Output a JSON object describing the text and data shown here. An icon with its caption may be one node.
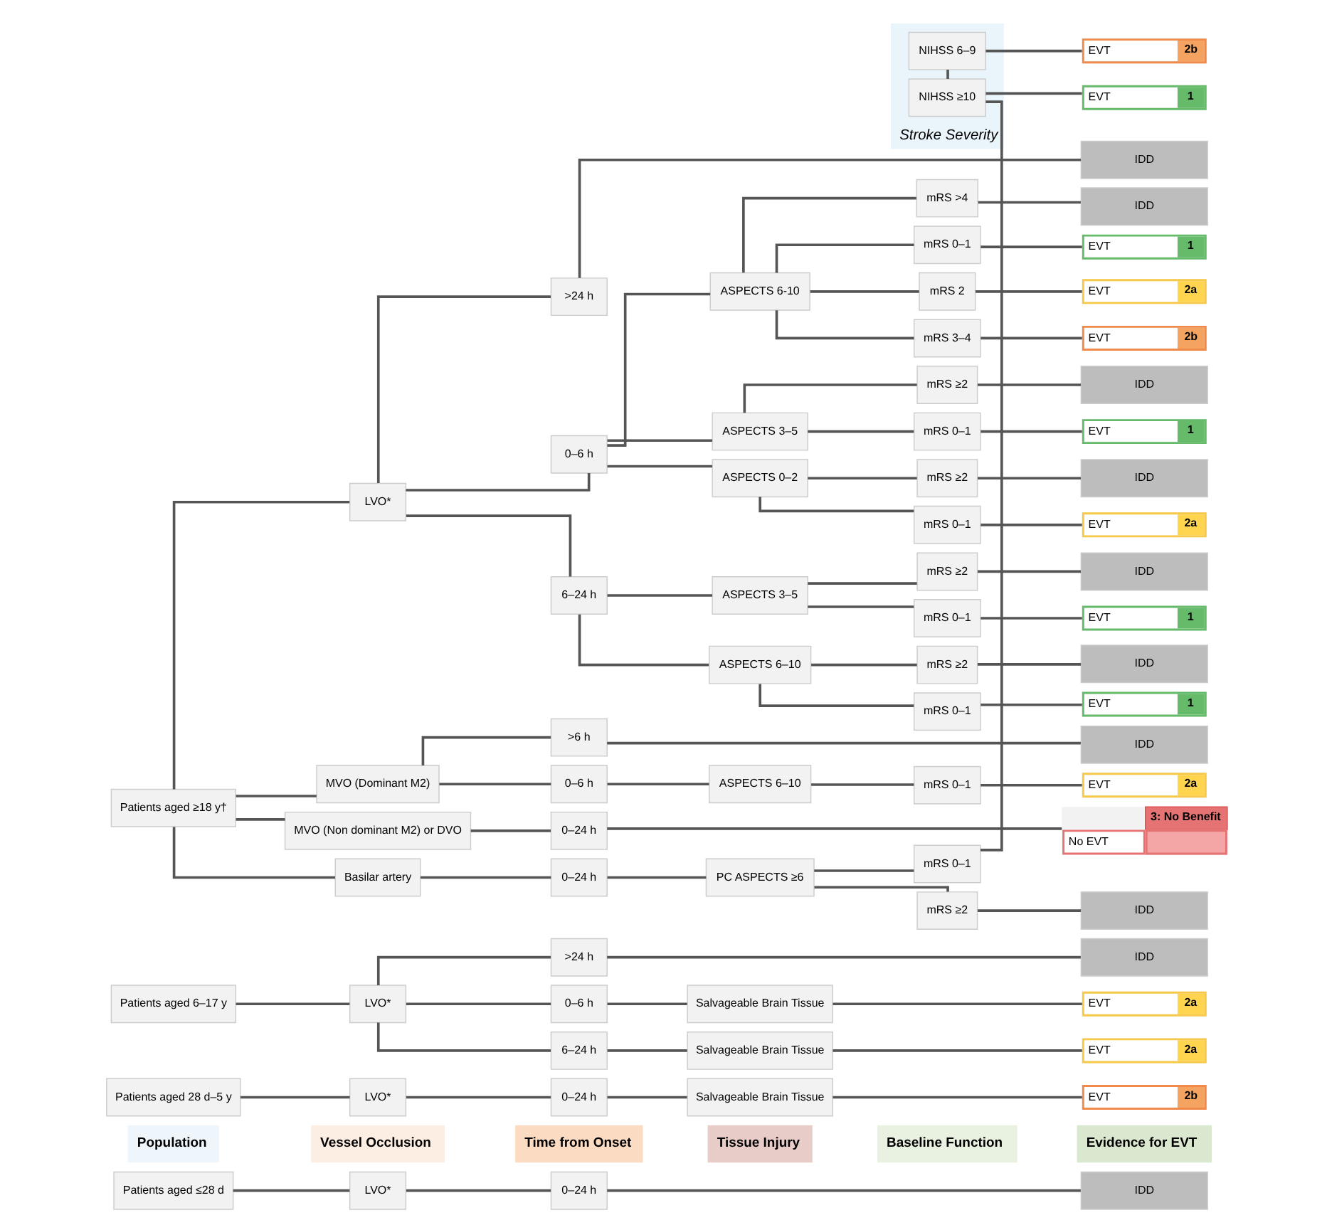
{
  "diagram": {
    "nodes": [
      {
        "text": [
          "Patients aged ≤28 d"
        ]
      },
      {
        "text": [
          "LVO*"
        ]
      },
      {
        "text": [
          "0–24 h"
        ]
      },
      {
        "text": [
          "IDD"
        ]
      },
      {
        "text": [
          "Patients aged 28 d–5 y"
        ]
      },
      {
        "text": [
          "LVO*"
        ]
      },
      {
        "text": [
          "0–24 h"
        ]
      },
      {
        "text": [
          "Salvageable Brain Tissue"
        ]
      },
      {
        "text": [
          "EVT",
          "2b"
        ]
      },
      {
        "text": [
          "Patients aged 6–17 y"
        ]
      },
      {
        "text": [
          "LVO*"
        ]
      },
      {
        "text": [
          "0–6 h"
        ]
      },
      {
        "text": [
          "Salvageable Brain Tissue"
        ]
      },
      {
        "text": [
          "EVT",
          "2a"
        ]
      },
      {
        "text": [
          "6–24 h"
        ]
      },
      {
        "text": [
          "Salvageable Brain Tissue"
        ]
      },
      {
        "text": [
          "EVT",
          "2a"
        ]
      },
      {
        "text": [
          ">24 h"
        ]
      },
      {
        "text": [
          "IDD"
        ]
      },
      {
        "text": [
          "Patients aged ≥18 y†"
        ]
      },
      {
        "text": [
          "LVO*"
        ]
      },
      {
        "text": [
          "0–6 h"
        ]
      },
      {
        "text": [
          "ASPECTS 6-10"
        ]
      },
      {
        "text": [
          "mRS 0–1"
        ]
      },
      {
        "text": [
          "EVT",
          "1"
        ]
      },
      {
        "text": [
          "mRS 2"
        ]
      },
      {
        "text": [
          "EVT",
          "2a"
        ]
      },
      {
        "text": [
          "mRS 3–4"
        ]
      },
      {
        "text": [
          "EVT",
          "2b"
        ]
      },
      {
        "text": [
          "mRS >4"
        ]
      },
      {
        "text": [
          "IDD"
        ]
      },
      {
        "text": [
          "ASPECTS 3–5"
        ]
      },
      {
        "text": [
          "mRS 0–1"
        ]
      },
      {
        "text": [
          "EVT",
          "1"
        ]
      },
      {
        "text": [
          "mRS ≥2"
        ]
      },
      {
        "text": [
          "IDD"
        ]
      },
      {
        "text": [
          "ASPECTS 0–2"
        ]
      },
      {
        "text": [
          "mRS 0–1"
        ]
      },
      {
        "text": [
          "EVT",
          "2a"
        ]
      },
      {
        "text": [
          "mRS ≥2"
        ]
      },
      {
        "text": [
          "IDD"
        ]
      },
      {
        "text": [
          "6–24 h"
        ]
      },
      {
        "text": [
          "ASPECTS 6–10"
        ]
      },
      {
        "text": [
          "mRS 0–1"
        ]
      },
      {
        "text": [
          "EVT",
          "1"
        ]
      },
      {
        "text": [
          "mRS ≥2"
        ]
      },
      {
        "text": [
          "IDD"
        ]
      },
      {
        "text": [
          "ASPECTS 3–5"
        ]
      },
      {
        "text": [
          "mRS 0–1"
        ]
      },
      {
        "text": [
          "EVT",
          "1"
        ]
      },
      {
        "text": [
          "mRS ≥2"
        ]
      },
      {
        "text": [
          "IDD"
        ]
      },
      {
        "text": [
          ">24 h"
        ]
      },
      {
        "text": [
          "IDD"
        ]
      },
      {
        "text": [
          "MVO (Dominant M2)"
        ]
      },
      {
        "text": [
          "0–6 h"
        ]
      },
      {
        "text": [
          "ASPECTS 6–10"
        ]
      },
      {
        "text": [
          "mRS 0–1"
        ]
      },
      {
        "text": [
          "EVT",
          "2a"
        ]
      },
      {
        "text": [
          ">6 h"
        ]
      },
      {
        "text": [
          "IDD"
        ]
      },
      {
        "text": [
          "MVO (Non dominant M2) or DVO"
        ]
      },
      {
        "text": [
          "0–24 h"
        ]
      },
      {
        "text": [
          "No EVT",
          "3: No Benefit"
        ]
      },
      {
        "text": [
          "Basilar artery"
        ]
      },
      {
        "text": [
          "0–24 h"
        ]
      },
      {
        "text": [
          "PC ASPECTS ≥6"
        ]
      },
      {
        "text": [
          "mRS 0–1"
        ]
      },
      {
        "text": [
          "Stroke Severity"
        ]
      },
      {
        "text": [
          "NIHSS ≥10"
        ],
        "in": 68
      },
      {
        "text": [
          "EVT",
          "1"
        ]
      },
      {
        "text": [
          "NIHSS 6–9"
        ],
        "in": 68
      },
      {
        "text": [
          "EVT",
          "2b"
        ]
      },
      {
        "text": [
          "mRS ≥2"
        ]
      },
      {
        "text": [
          "IDD"
        ]
      }
    ],
    "edges": [
      {
        "from": 0,
        "to": 1,
        "arrow": "none"
      },
      {
        "from": 1,
        "to": 2,
        "arrow": "none"
      },
      {
        "from": 2,
        "to": 3,
        "arrow": "none"
      },
      {
        "from": 4,
        "to": 5,
        "arrow": "none"
      },
      {
        "from": 5,
        "to": 6,
        "arrow": "none"
      },
      {
        "from": 6,
        "to": 7,
        "arrow": "none"
      },
      {
        "from": 7,
        "to": 8,
        "arrow": "none"
      },
      {
        "from": 9,
        "to": 10,
        "arrow": "none"
      },
      {
        "from": 10,
        "to": 11,
        "arrow": "none"
      },
      {
        "from": 10,
        "to": 14,
        "arrow": "none"
      },
      {
        "from": 10,
        "to": 17,
        "arrow": "none"
      },
      {
        "from": 11,
        "to": 12,
        "arrow": "none"
      },
      {
        "from": 12,
        "to": 13,
        "arrow": "none"
      },
      {
        "from": 14,
        "to": 15,
        "arrow": "none"
      },
      {
        "from": 15,
        "to": 16,
        "arrow": "none"
      },
      {
        "from": 17,
        "to": 18,
        "arrow": "none"
      },
      {
        "from": 19,
        "to": 20,
        "arrow": "none"
      },
      {
        "from": 20,
        "to": 21,
        "arrow": "none"
      },
      {
        "from": 21,
        "to": 22,
        "arrow": "none"
      },
      {
        "from": 22,
        "to": 23,
        "arrow": "none"
      },
      {
        "from": 23,
        "to": 24,
        "arrow": "none"
      },
      {
        "from": 22,
        "to": 25,
        "arrow": "none"
      },
      {
        "from": 25,
        "to": 26,
        "arrow": "none"
      },
      {
        "from": 22,
        "to": 27,
        "arrow": "none"
      },
      {
        "from": 27,
        "to": 28,
        "arrow": "none"
      },
      {
        "from": 22,
        "to": 29,
        "arrow": "none"
      },
      {
        "from": 29,
        "to": 30,
        "arrow": "none"
      },
      {
        "from": 21,
        "to": 31,
        "arrow": "none"
      },
      {
        "from": 31,
        "to": 32,
        "arrow": "none"
      },
      {
        "from": 32,
        "to": 33,
        "arrow": "none"
      },
      {
        "from": 31,
        "to": 34,
        "arrow": "none"
      },
      {
        "from": 34,
        "to": 35,
        "arrow": "none"
      },
      {
        "from": 21,
        "to": 36,
        "arrow": "none"
      },
      {
        "from": 36,
        "to": 37,
        "arrow": "none"
      },
      {
        "from": 37,
        "to": 38,
        "arrow": "none"
      },
      {
        "from": 36,
        "to": 39,
        "arrow": "none"
      },
      {
        "from": 39,
        "to": 40,
        "arrow": "none"
      },
      {
        "from": 20,
        "to": 41,
        "arrow": "none"
      },
      {
        "from": 41,
        "to": 42,
        "arrow": "none"
      },
      {
        "from": 42,
        "to": 43,
        "arrow": "none"
      },
      {
        "from": 43,
        "to": 44,
        "arrow": "none"
      },
      {
        "from": 42,
        "to": 45,
        "arrow": "none"
      },
      {
        "from": 45,
        "to": 46,
        "arrow": "none"
      },
      {
        "from": 41,
        "to": 47,
        "arrow": "none"
      },
      {
        "from": 47,
        "to": 48,
        "arrow": "none"
      },
      {
        "from": 48,
        "to": 49,
        "arrow": "none"
      },
      {
        "from": 47,
        "to": 50,
        "arrow": "none"
      },
      {
        "from": 50,
        "to": 51,
        "arrow": "none"
      },
      {
        "from": 20,
        "to": 52,
        "arrow": "none"
      },
      {
        "from": 52,
        "to": 53,
        "arrow": "none"
      },
      {
        "from": 19,
        "to": 54,
        "arrow": "none"
      },
      {
        "from": 54,
        "to": 55,
        "arrow": "none"
      },
      {
        "from": 55,
        "to": 56,
        "arrow": "none"
      },
      {
        "from": 56,
        "to": 57,
        "arrow": "none"
      },
      {
        "from": 57,
        "to": 58,
        "arrow": "none"
      },
      {
        "from": 54,
        "to": 59,
        "arrow": "none"
      },
      {
        "from": 59,
        "to": 60,
        "arrow": "none"
      },
      {
        "from": 19,
        "to": 61,
        "arrow": "none"
      },
      {
        "from": 61,
        "to": 62,
        "arrow": "none"
      },
      {
        "from": 62,
        "to": 63,
        "arrow": "none"
      },
      {
        "from": 19,
        "to": 64,
        "arrow": "none"
      },
      {
        "from": 64,
        "to": 65,
        "arrow": "none"
      },
      {
        "from": 65,
        "to": 66,
        "arrow": "none"
      },
      {
        "from": 66,
        "to": 67,
        "arrow": "none"
      },
      {
        "from": 66,
        "to": 73,
        "arrow": "none"
      },
      {
        "from": 67,
        "to": 69,
        "arrow": "none"
      },
      {
        "from": 69,
        "to": 71,
        "arrow": "none"
      },
      {
        "from": 69,
        "to": 70,
        "arrow": "none"
      },
      {
        "from": 71,
        "to": 72,
        "arrow": "none"
      },
      {
        "from": 73,
        "to": 74,
        "arrow": "none"
      }
    ],
    "labels": [
      "Population",
      "Vessel Occlusion",
      "Time from Onset",
      "Tissue Injury",
      "Baseline Function",
      "Evidence for EVT"
    ]
  }
}
